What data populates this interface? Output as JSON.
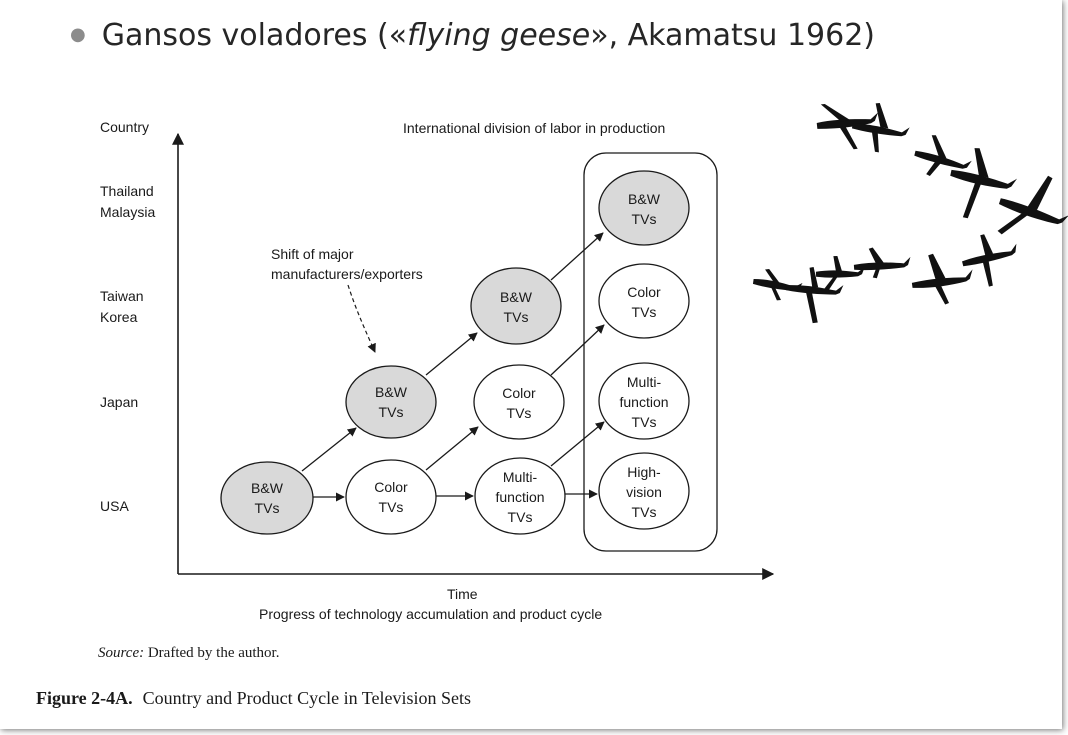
{
  "slide": {
    "bullet_prefix": "Gansos voladores («",
    "bullet_italic": "flying geese",
    "bullet_suffix": "», Akamatsu 1962)"
  },
  "diagram": {
    "y_axis_label": "Country",
    "x_axis_label": "Time",
    "x_axis_sublabel": "Progress of technology accumulation and product cycle",
    "box_title": "International division of labor in production",
    "annotation": [
      "Shift of major",
      "manufacturers/exporters"
    ],
    "countries": [
      [
        "Thailand",
        "Malaysia"
      ],
      [
        "Taiwan",
        "Korea"
      ],
      [
        "Japan"
      ],
      [
        "USA"
      ]
    ],
    "nodes": [
      {
        "id": "usa-bw",
        "lines": [
          "B&W",
          "TVs"
        ],
        "shaded": true
      },
      {
        "id": "usa-color",
        "lines": [
          "Color",
          "TVs"
        ],
        "shaded": false
      },
      {
        "id": "usa-multi",
        "lines": [
          "Multi-",
          "function",
          "TVs"
        ],
        "shaded": false
      },
      {
        "id": "japan-bw",
        "lines": [
          "B&W",
          "TVs"
        ],
        "shaded": true
      },
      {
        "id": "japan-color",
        "lines": [
          "Color",
          "TVs"
        ],
        "shaded": false
      },
      {
        "id": "taiwan-bw",
        "lines": [
          "B&W",
          "TVs"
        ],
        "shaded": true
      },
      {
        "id": "box-bw",
        "lines": [
          "B&W",
          "TVs"
        ],
        "shaded": true
      },
      {
        "id": "box-color",
        "lines": [
          "Color",
          "TVs"
        ],
        "shaded": false
      },
      {
        "id": "box-multi",
        "lines": [
          "Multi-",
          "function",
          "TVs"
        ],
        "shaded": false
      },
      {
        "id": "box-hv",
        "lines": [
          "High-",
          "vision",
          "TVs"
        ],
        "shaded": false
      }
    ],
    "colors": {
      "shaded_fill": "#d9d9d9",
      "plain_fill": "#ffffff",
      "stroke": "#1a1a1a",
      "geese": "#111111"
    }
  },
  "source": {
    "label": "Source:",
    "text": " Drafted by the author."
  },
  "figure": {
    "label": "Figure 2-4A.",
    "caption": "Country and Product Cycle in Television Sets"
  }
}
